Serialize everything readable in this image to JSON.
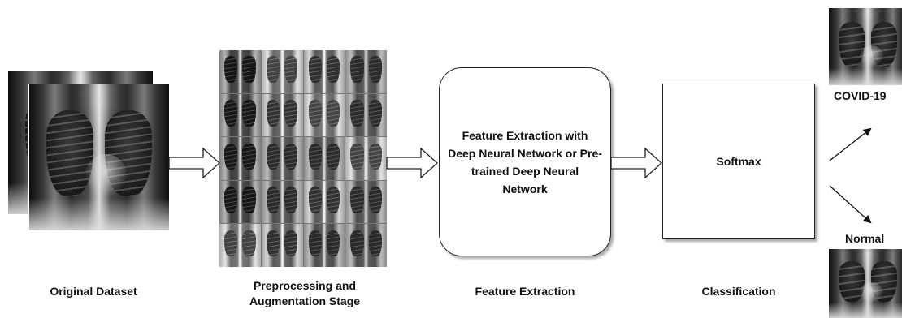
{
  "nodes": {
    "feature_box_text": "Feature Extraction with  Deep Neural Network or Pre-trained Deep Neural Network",
    "classifier_box_text": "Softmax"
  },
  "stage_labels": {
    "original_dataset": "Original Dataset",
    "preprocessing": "Preprocessing and Augmentation Stage",
    "feature_extraction": "Feature Extraction",
    "classification": "Classification"
  },
  "outputs": {
    "covid": "COVID-19",
    "normal": "Normal"
  }
}
